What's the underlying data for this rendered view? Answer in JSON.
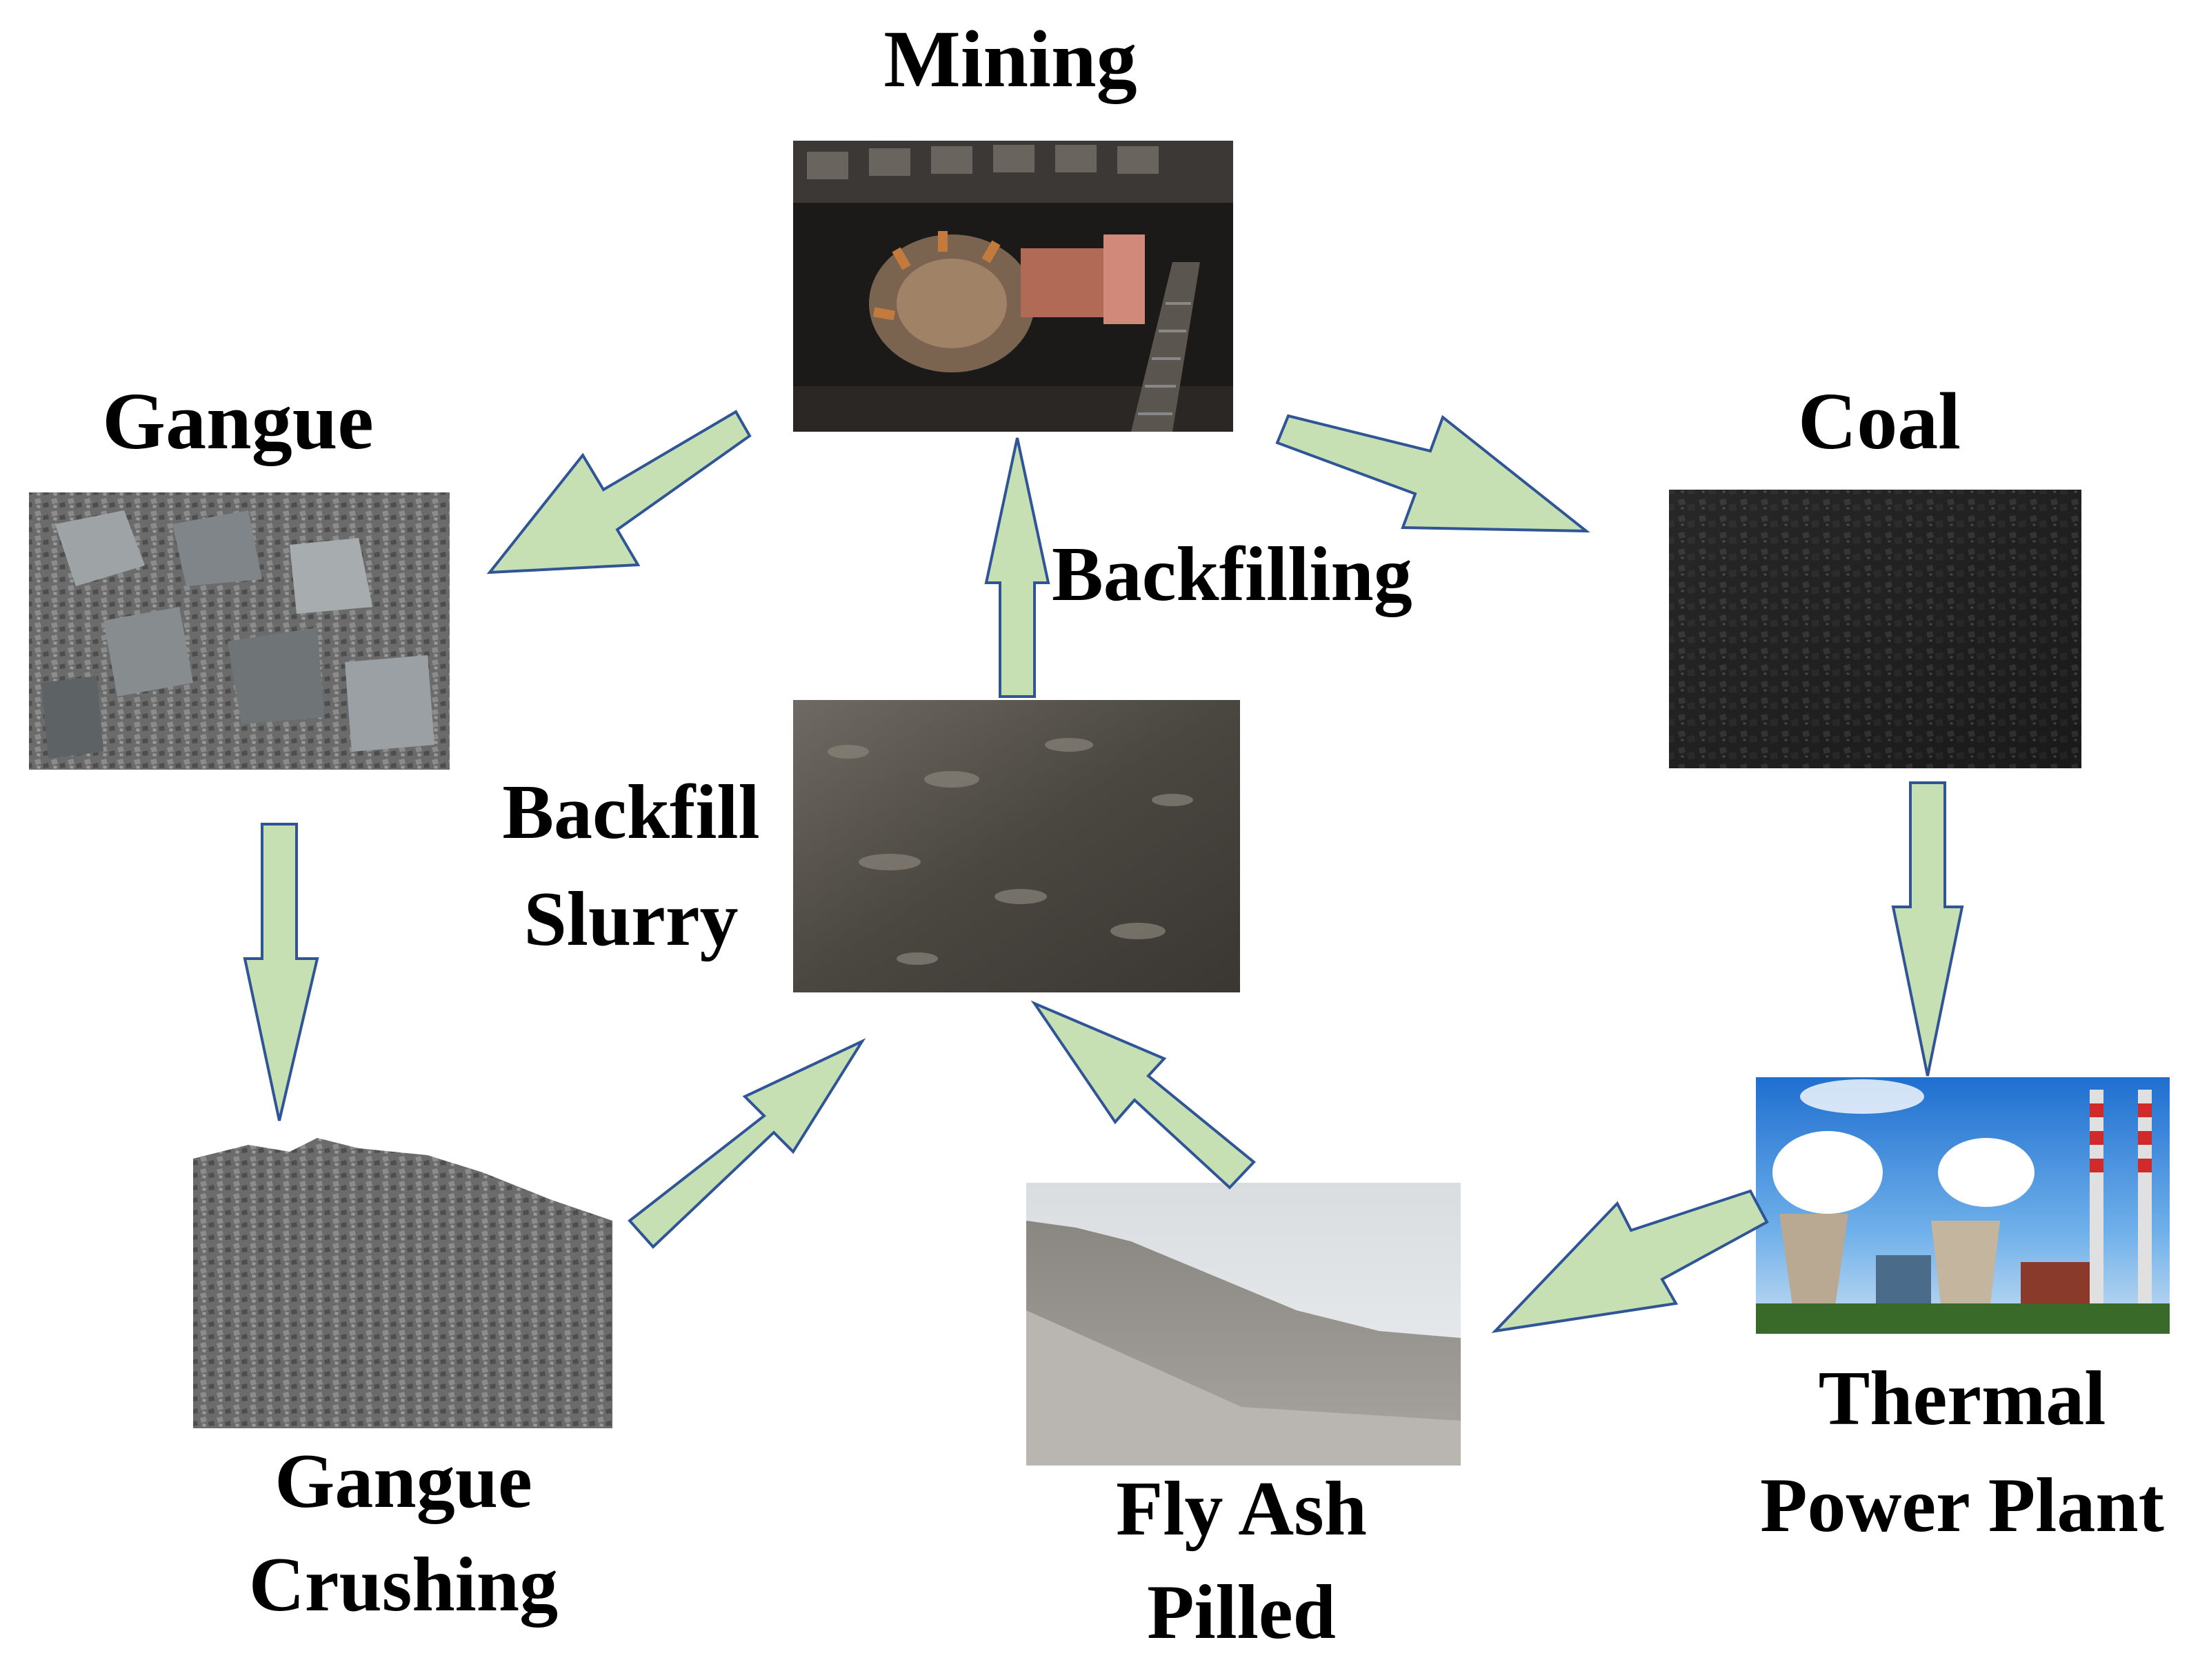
{
  "nodes": {
    "mining": {
      "label": "Mining"
    },
    "gangue": {
      "label": "Gangue"
    },
    "coal": {
      "label": "Coal"
    },
    "backfilling": {
      "label": "Backfilling"
    },
    "backfill_slurry": {
      "label_line1": "Backfill",
      "label_line2": "Slurry"
    },
    "gangue_crushing": {
      "label_line1": "Gangue",
      "label_line2": "Crushing"
    },
    "fly_ash": {
      "label_line1": "Fly Ash",
      "label_line2": "Pilled"
    },
    "thermal_power_plant": {
      "label_line1": "Thermal",
      "label_line2": "Power Plant"
    }
  },
  "colors": {
    "arrow_fill": "#c6e0b4",
    "arrow_stroke": "#2f5597",
    "text": "#000000"
  }
}
